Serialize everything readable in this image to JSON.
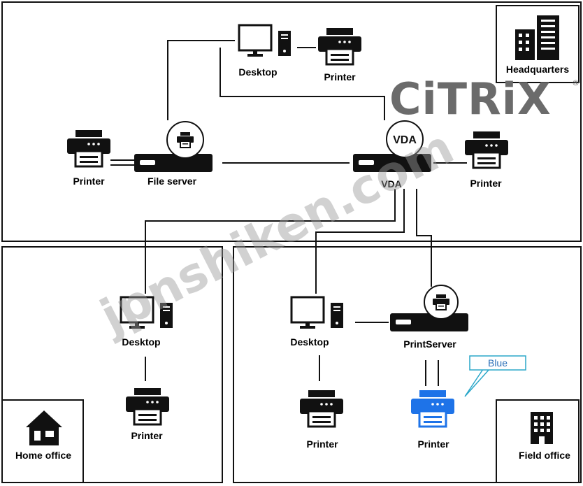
{
  "brand": {
    "logo_text": "CiTRiX",
    "registered_mark": "®"
  },
  "watermark": {
    "text": "jpnshiken.com"
  },
  "sites": {
    "headquarters": "Headquarters",
    "home_office": "Home office",
    "field_office": "Field office"
  },
  "devices": {
    "hq_desktop": "Desktop",
    "hq_top_printer": "Printer",
    "hq_left_printer": "Printer",
    "file_server": "File server",
    "vda": "VDA",
    "vda_badge": "VDA",
    "hq_right_printer": "Printer",
    "home_desktop": "Desktop",
    "home_printer": "Printer",
    "field_desktop": "Desktop",
    "print_server": "PrintServer",
    "field_printer": "Printer",
    "field_blue_printer": "Printer"
  },
  "callout": {
    "text": "Blue"
  },
  "colors": {
    "blue_printer": "#1e73e8",
    "callout_line": "#2aa7c9",
    "logo": "#6b6b6b"
  }
}
